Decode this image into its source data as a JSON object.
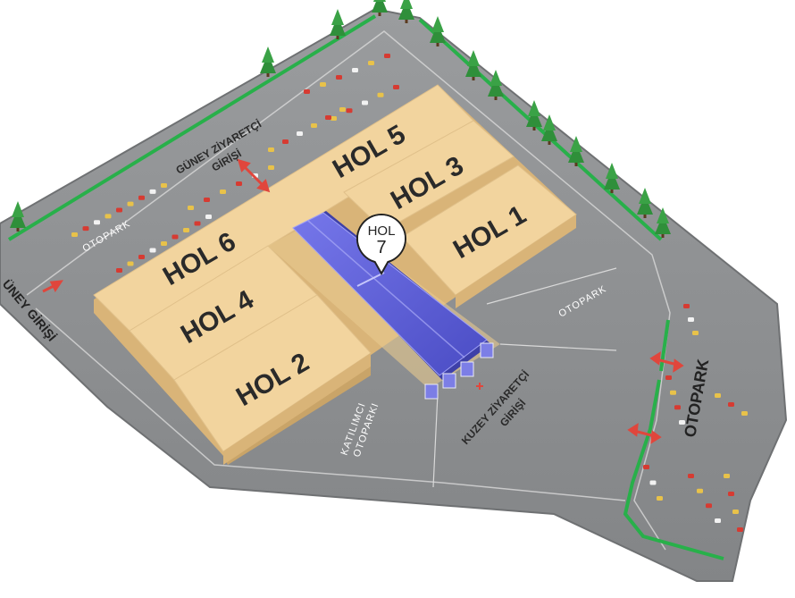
{
  "halls": [
    {
      "id": "hol5",
      "label": "HOL 5"
    },
    {
      "id": "hol3",
      "label": "HOL 3"
    },
    {
      "id": "hol1",
      "label": "HOL 1"
    },
    {
      "id": "hol6",
      "label": "HOL 6"
    },
    {
      "id": "hol4",
      "label": "HOL 4"
    },
    {
      "id": "hol2",
      "label": "HOL 2"
    }
  ],
  "hol7_pin": {
    "line1": "HOL",
    "line2": "7"
  },
  "parking": {
    "north_west": "OTOPARK",
    "east_center": "OTOPARK",
    "east_side": "OTOPARK",
    "participant_line1": "KATILIMCI",
    "participant_line2": "OTOPARKI"
  },
  "entrances": {
    "south_visitor_line1": "GÜNEY ZİYARETÇİ",
    "south_visitor_line2": "GİRİŞİ",
    "north_visitor_line1": "KUZEY ZİYARETÇİ",
    "north_visitor_line2": "GİRİŞİ",
    "south_edge": "ÜNEY GİRİŞİ"
  },
  "colors": {
    "asphalt": "#8f9193",
    "asphalt_edge": "#6f7173",
    "hall_top": "#f2d49e",
    "hall_side": "#d9b478",
    "hol7": "#5c5ed6",
    "tree": "#2f8f3a",
    "green_strip": "#28b04a",
    "arrow": "#e0463c"
  }
}
